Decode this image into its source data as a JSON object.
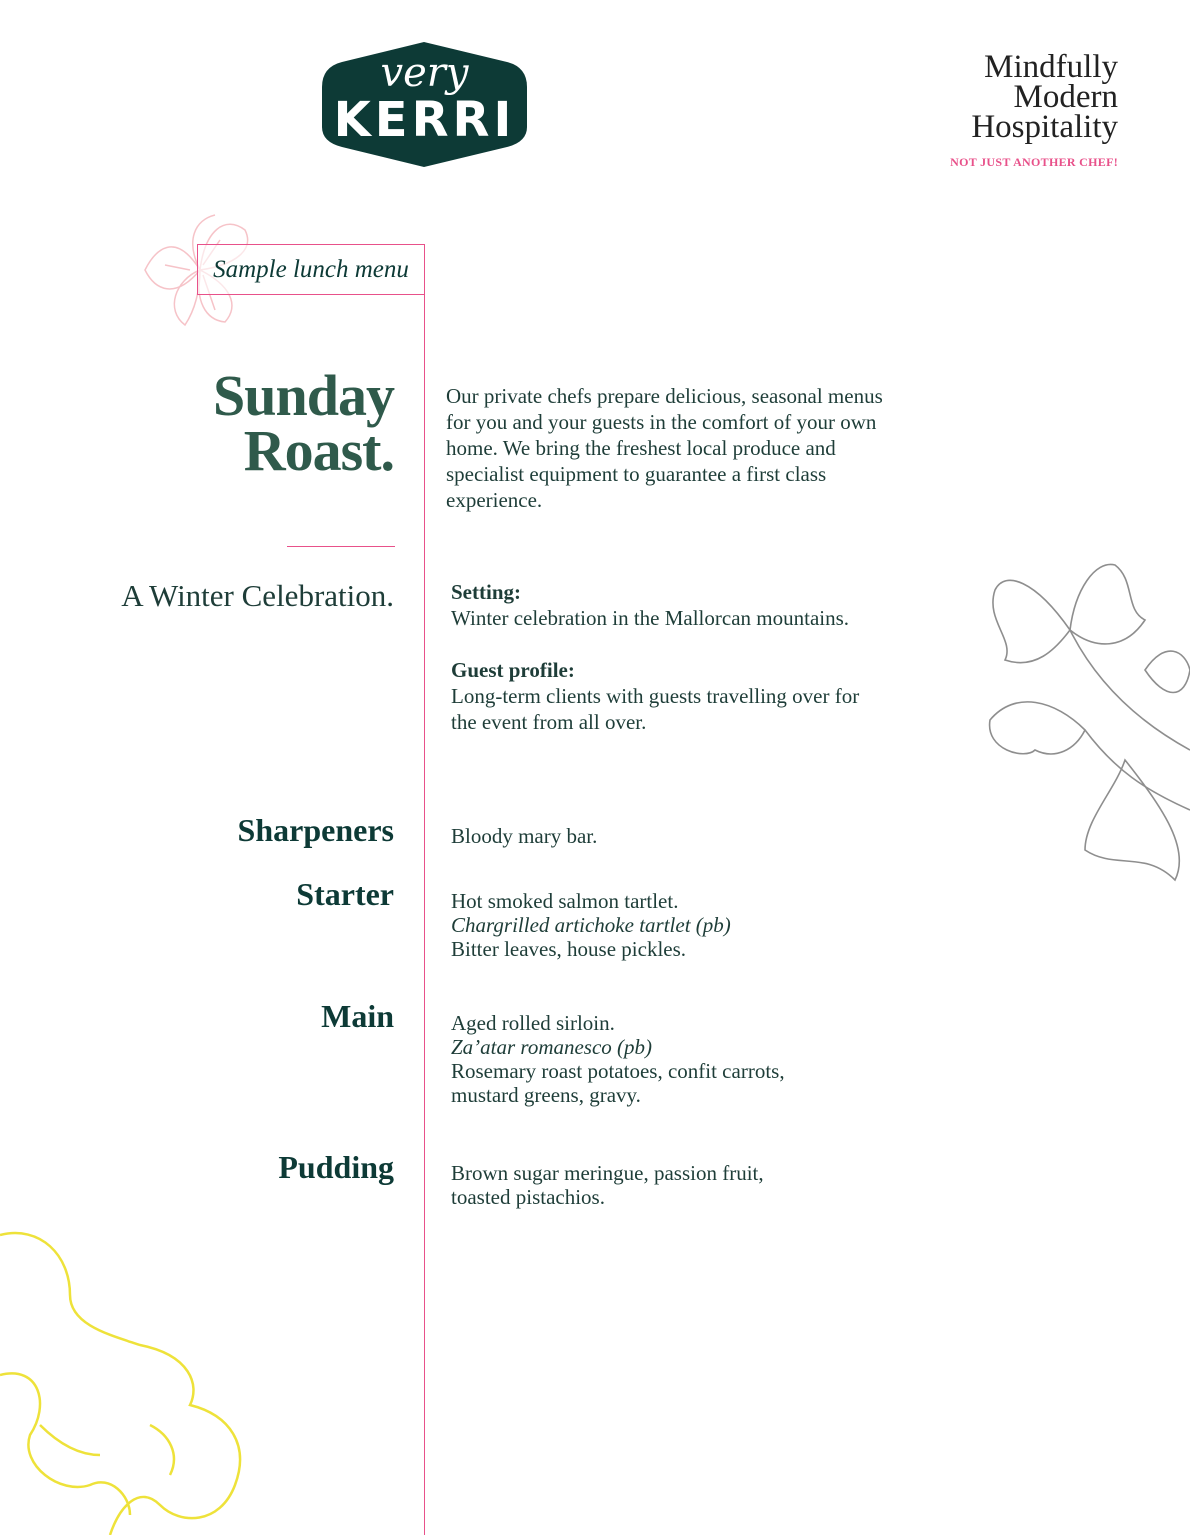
{
  "logo": {
    "top": "very",
    "bottom": "KERRI"
  },
  "tagline": {
    "lines": [
      "Mindfully",
      "Modern",
      "Hospitality"
    ],
    "sub": "NOT JUST ANOTHER CHEF!"
  },
  "menu_label": "Sample lunch menu",
  "title": {
    "line1": "Sunday",
    "line2": "Roast."
  },
  "intro": "Our private chefs prepare delicious, seasonal menus for you and your guests in the comfort of your own home. We bring the freshest local produce and specialist equipment to guarantee a first class experience.",
  "subtitle": "A Winter Celebration.",
  "setting": {
    "label": "Setting:",
    "text": "Winter celebration in the Mallorcan mountains."
  },
  "guest": {
    "label": "Guest profile:",
    "text": "Long-term clients with guests travelling over for the event from all over."
  },
  "courses": [
    {
      "name": "Sharpeners",
      "lines": [
        "Bloody mary bar."
      ]
    },
    {
      "name": "Starter",
      "lines": [
        "Hot smoked salmon tartlet.",
        "Chargrilled artichoke tartlet (pb)",
        "Bitter leaves, house pickles."
      ]
    },
    {
      "name": "Main",
      "lines": [
        "Aged rolled sirloin.",
        "Za’atar romanesco (pb)",
        "Rosemary roast potatoes, confit carrots,",
        "mustard greens, gravy."
      ]
    },
    {
      "name": "Pudding",
      "lines": [
        "Brown sugar meringue, passion fruit,",
        "toasted pistachios."
      ]
    }
  ],
  "colors": {
    "brand": "#0d3a36",
    "accent": "#e8518a",
    "heading": "#2f5a4b"
  }
}
